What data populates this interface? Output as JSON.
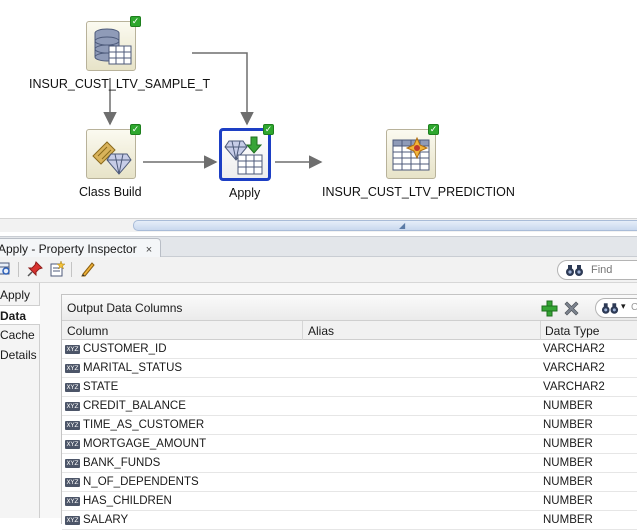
{
  "workflow": {
    "nodes": {
      "sample_table": {
        "label": "INSUR_CUST_LTV_SAMPLE_T",
        "icon": "database-table-icon",
        "status": "complete"
      },
      "class_build": {
        "label": "Class Build",
        "icon": "classification-build-icon",
        "status": "complete"
      },
      "apply": {
        "label": "Apply",
        "icon": "apply-model-icon",
        "status": "complete",
        "selected": true
      },
      "prediction": {
        "label": "INSUR_CUST_LTV_PREDICTION",
        "icon": "output-table-icon",
        "status": "complete"
      }
    },
    "badge_glyph": "✓"
  },
  "inspector": {
    "tab_title": "Apply - Property Inspector",
    "close_glyph": "×",
    "toolbar": {
      "find_placeholder": "Find"
    },
    "side_tabs": [
      "Apply",
      "Data",
      "Cache",
      "Details"
    ],
    "active_side_tab": "Data"
  },
  "output_columns": {
    "title": "Output Data Columns",
    "filter_caret": "▾",
    "filter_extra": "C",
    "headers": [
      "Column",
      "Alias",
      "Data Type"
    ],
    "type_icon_text": "XYZ",
    "rows": [
      {
        "column": "CUSTOMER_ID",
        "alias": "",
        "type": "VARCHAR2"
      },
      {
        "column": "MARITAL_STATUS",
        "alias": "",
        "type": "VARCHAR2"
      },
      {
        "column": "STATE",
        "alias": "",
        "type": "VARCHAR2"
      },
      {
        "column": "CREDIT_BALANCE",
        "alias": "",
        "type": "NUMBER"
      },
      {
        "column": "TIME_AS_CUSTOMER",
        "alias": "",
        "type": "NUMBER"
      },
      {
        "column": "MORTGAGE_AMOUNT",
        "alias": "",
        "type": "NUMBER"
      },
      {
        "column": "BANK_FUNDS",
        "alias": "",
        "type": "NUMBER"
      },
      {
        "column": "N_OF_DEPENDENTS",
        "alias": "",
        "type": "NUMBER"
      },
      {
        "column": "HAS_CHILDREN",
        "alias": "",
        "type": "NUMBER"
      },
      {
        "column": "SALARY",
        "alias": "",
        "type": "NUMBER"
      }
    ]
  },
  "colors": {
    "accent_selected": "#1d3fc4",
    "status_ok": "#2ea72e",
    "wire": "#6e6e6e"
  }
}
